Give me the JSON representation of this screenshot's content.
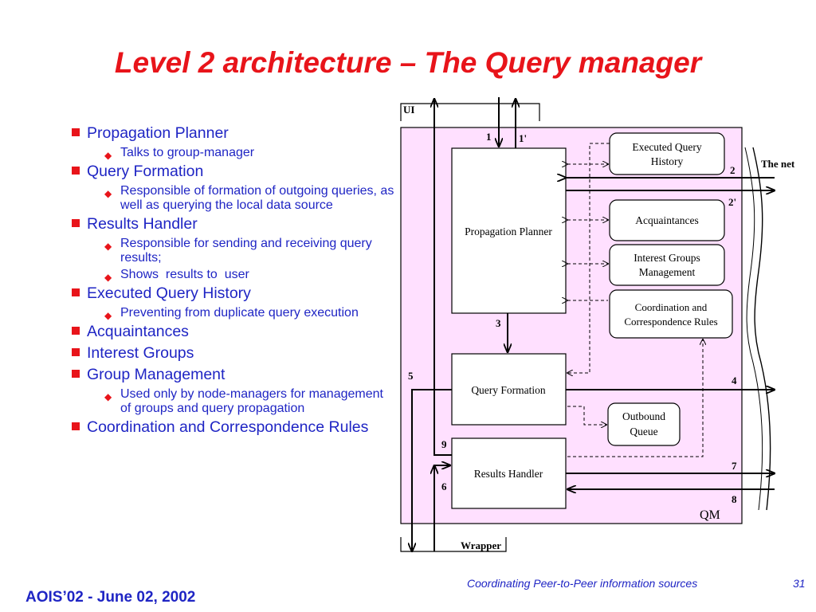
{
  "title": "Level 2 architecture – The Query manager",
  "bullets": [
    {
      "label": "Propagation Planner",
      "sub": [
        "Talks to group-manager"
      ]
    },
    {
      "label": "Query Formation",
      "sub": [
        "Responsible of formation of outgoing queries, as well as querying the local data source"
      ]
    },
    {
      "label": "Results Handler",
      "sub": [
        "Responsible for sending and receiving query results;",
        "Shows  results to  user"
      ]
    },
    {
      "label": "Executed Query History",
      "sub": [
        "Preventing from duplicate query execution"
      ]
    },
    {
      "label": "Acquaintances",
      "sub": []
    },
    {
      "label": "Interest Groups",
      "sub": []
    },
    {
      "label": "Group Management",
      "sub": [
        "Used only by node-managers for management of groups and query propagation"
      ]
    },
    {
      "label": "Coordination and Correspondence Rules",
      "sub": []
    }
  ],
  "diagram": {
    "ui_label": "UI",
    "net_label": "The net",
    "wrapper_label": "Wrapper",
    "qm_label": "QM",
    "boxes": {
      "propagation_planner": "Propagation Planner",
      "query_formation": "Query Formation",
      "results_handler": "Results Handler",
      "executed_history": [
        "Executed Query",
        "History"
      ],
      "acquaintances": "Acquaintances",
      "interest_groups": [
        "Interest Groups",
        "Management"
      ],
      "coordination": [
        "Coordination and",
        "Correspondence Rules"
      ],
      "outbound_queue": [
        "Outbound",
        "Queue"
      ]
    },
    "numbers": [
      "1",
      "1'",
      "2",
      "2'",
      "3",
      "4",
      "5",
      "6",
      "7",
      "8",
      "9"
    ]
  },
  "footer": {
    "conference": "AOIS’02 - June 02, 2002",
    "subtitle": "Coordinating Peer-to-Peer information sources",
    "page": "31"
  },
  "colors": {
    "title": "#e8141a",
    "text": "#1f25c4",
    "qm_fill": "#ffe0ff",
    "bullet": "#e8141a"
  }
}
